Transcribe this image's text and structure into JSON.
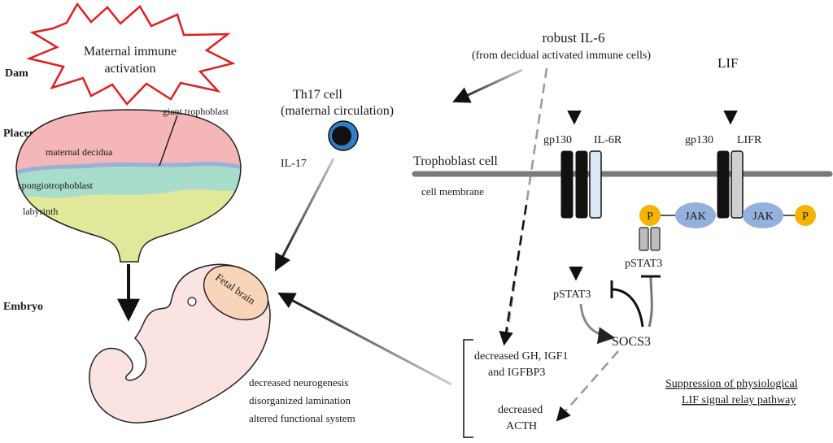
{
  "labels": {
    "dam": "Dam",
    "placenta": "Placenta",
    "embryo": "Embryo",
    "mia_line1": "Maternal immune",
    "mia_line2": "activation",
    "giant_trophoblast": "giant trophoblast",
    "maternal_decidua": "maternal decidua",
    "spongiotrophoblast": "spongiotrophoblast",
    "labyrinth": "labyrinth",
    "fetal_brain": "Fetal brain",
    "th17_line1": "Th17 cell",
    "th17_line2": "(maternal circulation)",
    "il17": "IL-17",
    "il6_line1": "robust IL-6",
    "il6_line2": "(from decidual activated immune cells)",
    "lif": "LIF",
    "trophoblast_cell": "Trophoblast cell",
    "cell_membrane": "cell membrane",
    "gp130_left": "gp130",
    "il6r": "IL-6R",
    "gp130_right": "gp130",
    "lifr": "LIFR",
    "jak_left": "JAK",
    "jak_right": "JAK",
    "p_left": "P",
    "p_right": "P",
    "pstat3_dimer": "pSTAT3",
    "pstat3": "pSTAT3",
    "socs3": "SOCS3",
    "hormones_line1": "decreased GH, IGF1",
    "hormones_line2": "and IGFBP3",
    "acth_line1": "decreased",
    "acth_line2": "ACTH",
    "outcome_line1": "decreased neurogenesis",
    "outcome_line2": "disorganized lamination",
    "outcome_line3": "altered functional system",
    "suppression_line1": "Suppression of physiological",
    "suppression_line2": "LIF signal relay pathway"
  },
  "colors": {
    "starburst_stroke": "#e02020",
    "decidua": "#f4b6b6",
    "spongiotrophoblast": "#a8dccb",
    "labyrinth": "#e2e89a",
    "giant_trophoblast": "#9ab0d8",
    "embryo_fill": "#fbe3e1",
    "fetal_brain": "#f8d5b8",
    "th17_blue": "#2f7fc8",
    "membrane": "#7a7a7a",
    "il6r_fill": "#dde8f5",
    "lifr_fill": "#cfcfcf",
    "jak_fill": "#94b0dc",
    "p_fill": "#f5b400"
  }
}
